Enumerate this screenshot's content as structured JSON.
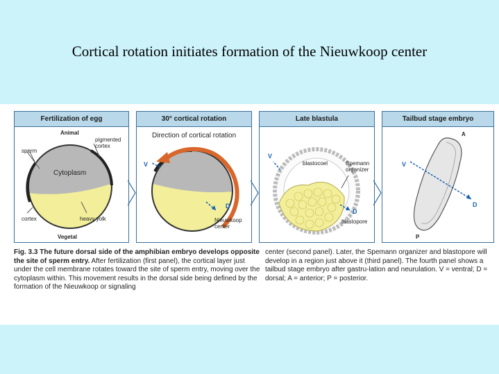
{
  "title": "Cortical rotation initiates formation of the  Nieuwkoop center",
  "panels": [
    {
      "header": "Fertilization of egg",
      "labels": {
        "animal": "Animal",
        "sperm": "sperm",
        "pigmented_cortex": "pigmented\ncortex",
        "cytoplasm": "Cytoplasm",
        "cortex": "cortex",
        "heavy_yolk": "heavy yolk",
        "vegetal": "Vegetal"
      }
    },
    {
      "header": "30° cortical rotation",
      "labels": {
        "direction": "Direction of cortical rotation",
        "v": "V",
        "d": "D",
        "nieuwkoop_center": "Nieuwkoop\ncenter"
      }
    },
    {
      "header": "Late blastula",
      "labels": {
        "v": "V",
        "blastocoel": "blastocoel",
        "spemann_organizer": "Spemann\norganizer",
        "d": "D",
        "blastopore": "blastopore"
      }
    },
    {
      "header": "Tailbud stage embryo",
      "labels": {
        "a": "A",
        "v": "V",
        "d": "D",
        "p": "P"
      }
    }
  ],
  "caption": {
    "fig_label": "Fig. 3.3",
    "bold": "The future dorsal side of the amphibian embryo develops opposite the site of sperm entry.",
    "left_text": "After fertilization (first panel), the cortical layer just under the cell membrane rotates toward the site of sperm entry, moving over the cytoplasm within. This movement results in the dorsal side being defined by the formation of the Nieuwkoop or signaling",
    "right_text": "center (second panel). Later, the Spemann organizer and blastopore will develop in a region just above it (third panel). The fourth panel shows a tailbud stage embryo after gastru-lation and neurulation. V = ventral; D = dorsal; A = anterior; P = posterior."
  },
  "colors": {
    "background": "#ccf2fa",
    "header": "#b9d9ea",
    "yolk": "#f2ee9a",
    "cytoplasm": "#b8b8b8",
    "arrow": "#1560b3",
    "rotation_arrow": "#d9662a"
  }
}
